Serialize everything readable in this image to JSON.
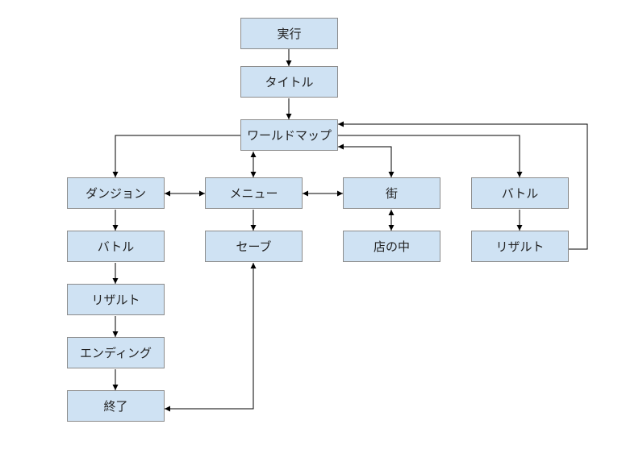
{
  "diagram": {
    "colors": {
      "node_fill": "#cfe2f3",
      "node_border": "#8c8c8c",
      "edge": "#000000",
      "text": "#222222"
    },
    "nodes": {
      "run": "実行",
      "title": "タイトル",
      "world_map": "ワールドマップ",
      "dungeon": "ダンジョン",
      "menu": "メニュー",
      "town": "街",
      "field_battle": "バトル",
      "dungeon_battle": "バトル",
      "save": "セーブ",
      "shop": "店の中",
      "field_result": "リザルト",
      "dungeon_result": "リザルト",
      "ending": "エンディング",
      "end": "終了"
    },
    "edges": [
      {
        "from": "run",
        "to": "title",
        "direction": "forward"
      },
      {
        "from": "title",
        "to": "world_map",
        "direction": "forward"
      },
      {
        "from": "world_map",
        "to": "dungeon",
        "direction": "forward"
      },
      {
        "from": "world_map",
        "to": "menu",
        "direction": "both"
      },
      {
        "from": "world_map",
        "to": "town",
        "direction": "both"
      },
      {
        "from": "world_map",
        "to": "field_battle",
        "direction": "forward"
      },
      {
        "from": "field_result",
        "to": "world_map",
        "direction": "forward"
      },
      {
        "from": "dungeon",
        "to": "menu",
        "direction": "both"
      },
      {
        "from": "menu",
        "to": "town",
        "direction": "both"
      },
      {
        "from": "menu",
        "to": "save",
        "direction": "forward"
      },
      {
        "from": "town",
        "to": "shop",
        "direction": "both"
      },
      {
        "from": "field_battle",
        "to": "field_result",
        "direction": "forward"
      },
      {
        "from": "dungeon",
        "to": "dungeon_battle",
        "direction": "forward"
      },
      {
        "from": "dungeon_battle",
        "to": "dungeon_result",
        "direction": "forward"
      },
      {
        "from": "dungeon_result",
        "to": "ending",
        "direction": "forward"
      },
      {
        "from": "ending",
        "to": "end",
        "direction": "forward"
      },
      {
        "from": "save",
        "to": "end",
        "direction": "both"
      }
    ]
  }
}
